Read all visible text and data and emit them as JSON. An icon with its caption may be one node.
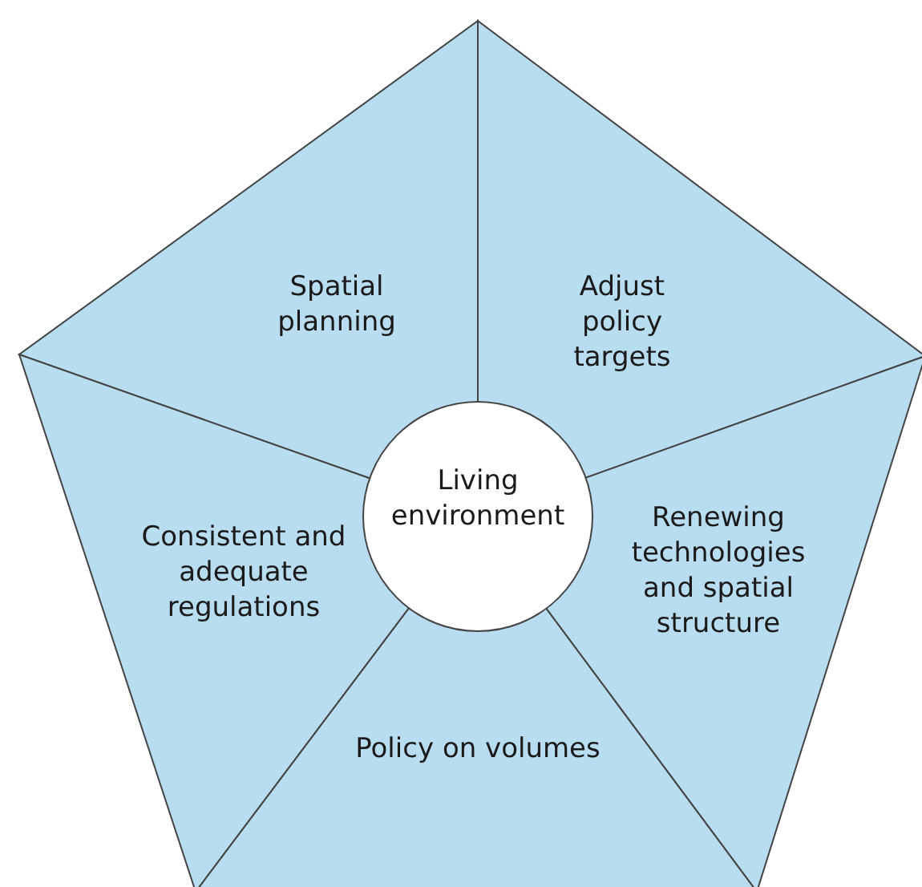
{
  "diagram": {
    "nodes": [
      {
        "text": [
          "Spatial planning"
        ]
      },
      {
        "text": [
          "Adjust policy targets"
        ]
      },
      {
        "text": [
          "Living environment"
        ]
      },
      {
        "text": [
          "Consistent and adequate regulations"
        ]
      },
      {
        "text": [
          "Renewing technologies and spatial structure"
        ]
      },
      {
        "text": [
          "Policy on volumes"
        ]
      }
    ]
  }
}
